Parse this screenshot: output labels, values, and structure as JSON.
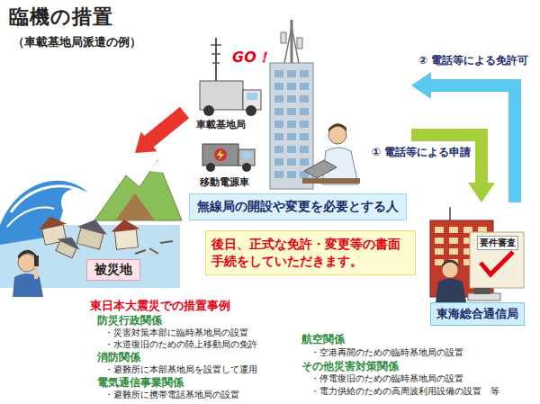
{
  "diagram": {
    "title": "臨機の措置",
    "nodes": [
      {
        "text": [
          "無線局の開設や変更を必要とする人"
        ]
      },
      {
        "text": [
          "被災地"
        ]
      },
      {
        "text": [
          "後日、正式な免許・変更等の書面 手続をしていただきます。"
        ]
      },
      {
        "text": [
          "東海総合通信局"
        ]
      }
    ],
    "edges": [
      {
        "from": 3,
        "to": 0,
        "label": "② 電話等による免許可",
        "arrow": "to"
      },
      {
        "from": 0,
        "to": 3,
        "label": "① 電話等による申請",
        "arrow": "to"
      }
    ],
    "labels": [
      "（車載基地局派遣の例）",
      "GO！",
      "車載基地局",
      "移動電源車",
      "要件審査",
      "東日本大震災での措置事例",
      "防災行政関係",
      "・災害対策本部に臨時基地局の設置",
      "・水道復旧のための陸上移動局の免許",
      "消防関係",
      "・避難所に本部基地局を設置して運用",
      "電気通信事業関係",
      "・避難所に携帯電話基地局の設置",
      "航空関係",
      "・空港再開のための臨時基地局の設置",
      "その他災害対策関係",
      "・停電復旧のための臨時基地局の設置",
      "・電力供給のための高周波利用設備の設置　等"
    ]
  }
}
